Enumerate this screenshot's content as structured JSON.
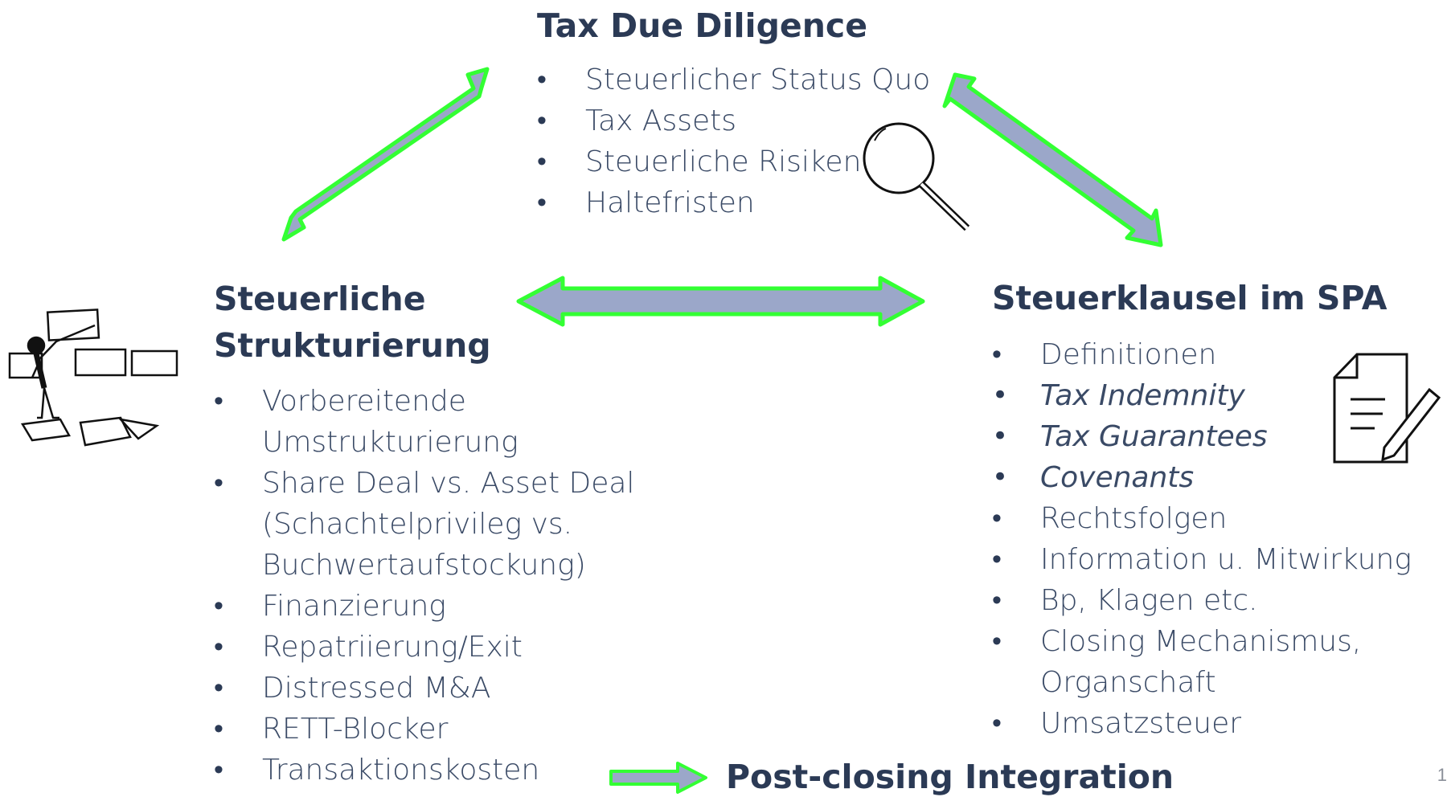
{
  "top": {
    "title": "Tax Due Diligence",
    "items": [
      "Steuerlicher Status Quo",
      "Tax Assets",
      "Steuerliche Risiken",
      "Haltefristen"
    ]
  },
  "left": {
    "title_line1": "Steuerliche",
    "title_line2": "Strukturierung",
    "items": [
      "Vorbereitende Umstrukturierung",
      "Share Deal vs. Asset Deal (Schachtelprivileg vs. Buchwertaufstockung)",
      "Finanzierung",
      "Repatriierung/Exit",
      "Distressed M&A",
      "RETT-Blocker",
      "Transaktionskosten"
    ]
  },
  "right": {
    "title": "Steuerklausel im SPA",
    "items": [
      "Definitionen",
      "Tax Indemnity",
      "Tax Guarantees",
      "Covenants",
      "Rechtsfolgen",
      "Information u. Mitwirkung",
      "Bp, Klagen etc.",
      "Closing Mechanismus, Organschaft",
      "Umsatzsteuer"
    ]
  },
  "bottom": {
    "title": "Post-closing Integration"
  },
  "page_number": "1",
  "colors": {
    "heading": "#2b3a55",
    "arrow_fill": "#9ba7c9",
    "arrow_outline": "#33ff33"
  },
  "icons": [
    "magnifier-icon",
    "document-pen-icon",
    "stick-figure-documents-icon"
  ]
}
